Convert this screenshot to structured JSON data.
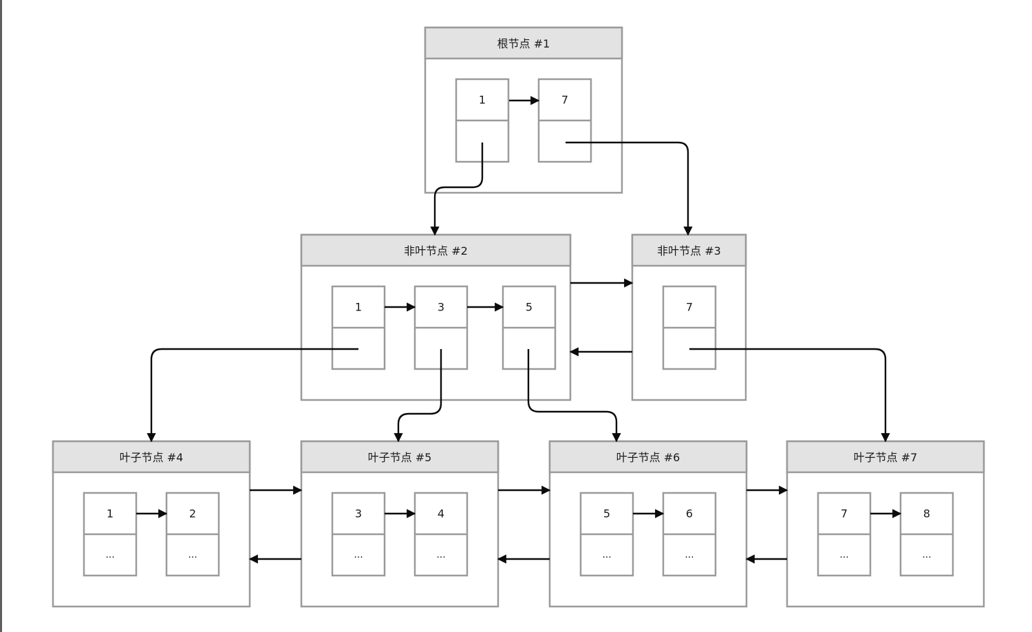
{
  "nodes": {
    "n1": {
      "title": "根节点 #1",
      "cells": [
        {
          "key": "1",
          "ptr": ""
        },
        {
          "key": "7",
          "ptr": ""
        }
      ]
    },
    "n2": {
      "title": "非叶节点 #2",
      "cells": [
        {
          "key": "1",
          "ptr": ""
        },
        {
          "key": "3",
          "ptr": ""
        },
        {
          "key": "5",
          "ptr": ""
        }
      ]
    },
    "n3": {
      "title": "非叶节点 #3",
      "cells": [
        {
          "key": "7",
          "ptr": ""
        }
      ]
    },
    "n4": {
      "title": "叶子节点 #4",
      "cells": [
        {
          "key": "1",
          "ptr": "..."
        },
        {
          "key": "2",
          "ptr": "..."
        }
      ]
    },
    "n5": {
      "title": "叶子节点 #5",
      "cells": [
        {
          "key": "3",
          "ptr": "..."
        },
        {
          "key": "4",
          "ptr": "..."
        }
      ]
    },
    "n6": {
      "title": "叶子节点 #6",
      "cells": [
        {
          "key": "5",
          "ptr": "..."
        },
        {
          "key": "6",
          "ptr": "..."
        }
      ]
    },
    "n7": {
      "title": "叶子节点 #7",
      "cells": [
        {
          "key": "7",
          "ptr": "..."
        },
        {
          "key": "8",
          "ptr": "..."
        }
      ]
    }
  },
  "colors": {
    "frame": "#9a9a9a",
    "header": "#e3e3e3",
    "arrow": "#0b0b0b"
  }
}
